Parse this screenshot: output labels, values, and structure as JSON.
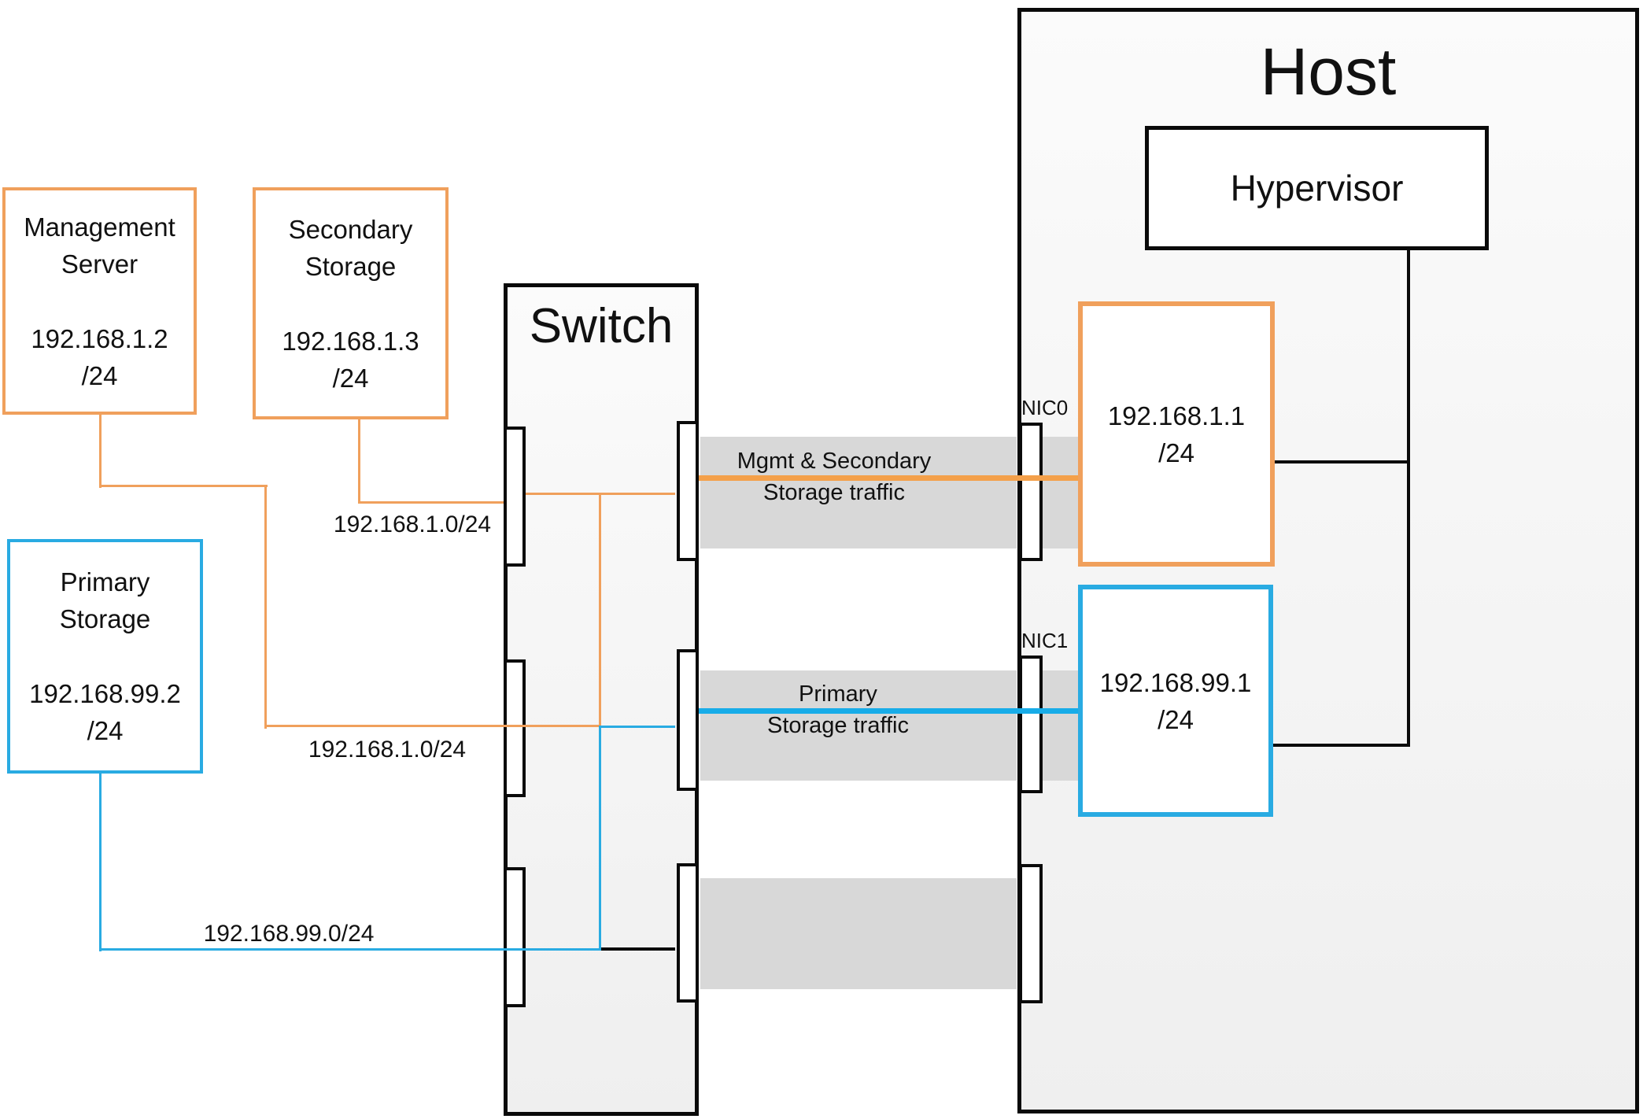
{
  "colors": {
    "orange": "#F0A05C",
    "blue": "#29ABE2",
    "thick_orange": "#F4A04A",
    "thick_blue": "#18ACE8",
    "band_grey": "#D8D8D8"
  },
  "nodes": {
    "management_server": {
      "title_line1": "Management",
      "title_line2": "Server",
      "ip": "192.168.1.2",
      "cidr": "/24"
    },
    "secondary_storage": {
      "title_line1": "Secondary",
      "title_line2": "Storage",
      "ip": "192.168.1.3",
      "cidr": "/24"
    },
    "primary_storage": {
      "title_line1": "Primary",
      "title_line2": "Storage",
      "ip": "192.168.99.2",
      "cidr": "/24"
    },
    "switch": {
      "title": "Switch"
    },
    "host": {
      "title": "Host"
    },
    "hypervisor": {
      "title": "Hypervisor"
    },
    "nic0": {
      "label": "NIC0",
      "ip": "192.168.1.1",
      "cidr": "/24"
    },
    "nic1": {
      "label": "NIC1",
      "ip": "192.168.99.1",
      "cidr": "/24"
    }
  },
  "subnet_labels": {
    "secondary_link": "192.168.1.0/24",
    "management_link": "192.168.1.0/24",
    "primary_link": "192.168.99.0/24"
  },
  "traffic": {
    "band1_line1": "Mgmt & Secondary",
    "band1_line2": "Storage traffic",
    "band2_line1": "Primary",
    "band2_line2": "Storage traffic"
  }
}
